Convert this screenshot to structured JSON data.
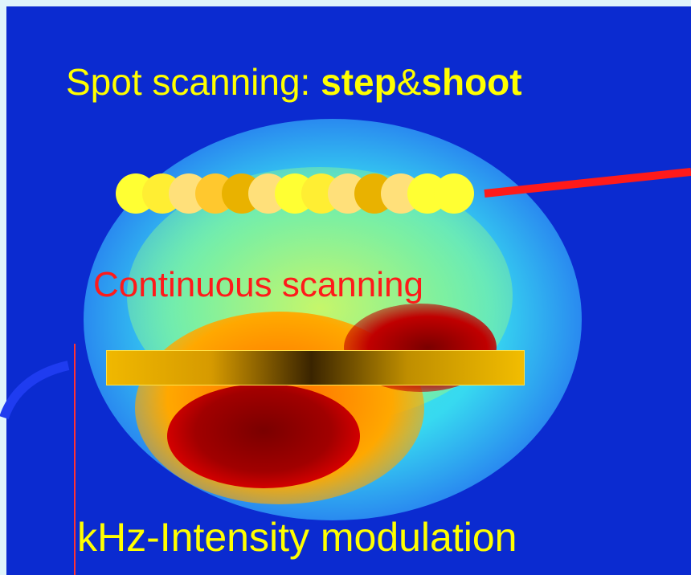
{
  "labels": {
    "title_prefix": "Spot scanning: ",
    "title_bold_1": "step",
    "title_amp": "&",
    "title_bold_2": "shoot",
    "continuous": "Continuous scanning",
    "intensity": "kHz-Intensity modulation"
  },
  "spots": {
    "count": 13,
    "colors": [
      "#ffff33",
      "#ffee33",
      "#ffe07a",
      "#ffc82e",
      "#e9b200",
      "#ffe07a",
      "#ffff33",
      "#ffee33",
      "#ffe07a",
      "#e9b200",
      "#ffe07a",
      "#ffff33",
      "#ffff33"
    ]
  },
  "colors": {
    "background": "#0b2bd0",
    "label_yellow": "#ffff00",
    "label_red": "#ff1a1a",
    "pointer_line": "#ff1a1a"
  }
}
